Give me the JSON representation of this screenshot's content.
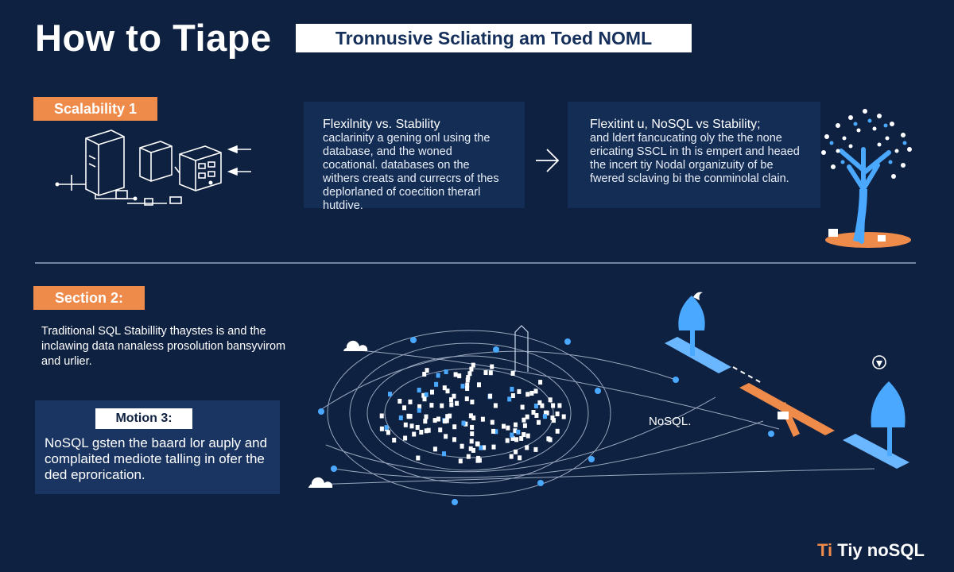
{
  "header": {
    "title": "How to Tiape",
    "subtitle": "Tronnusive Scliating am Toed NOML"
  },
  "section1": {
    "tag": "Scalability 1",
    "panel_left": {
      "title": "Flexilnity vs. Stability",
      "body": "caclarinity a gening onl using the database, and the woned cocational. databases on the withers creats and currecrs of thes deplorlaned of coecition therarl hutdive."
    },
    "panel_right": {
      "title": "Flexitint u, NoSQL vs Stability;",
      "body": "and ldert fancucating oly the the none ericating SSCL in th is empert and heaed the incert tiy Nodal organizuity of be fwered sclaving bi the conminolal clain."
    }
  },
  "section2": {
    "tag": "Section 2:",
    "body": "Traditional SQL Stabillity thaystes is and the inclawing data nanaless prosolution bansyvirom and urlier."
  },
  "section3": {
    "tag": "Motion 3:",
    "body": "NoSQL gsten the baard lor auply and complaited mediote talling in ofer the ded eprorication."
  },
  "diagram": {
    "nosql_label": "NoSQL."
  },
  "brand": {
    "mark": "Ti",
    "name": "Tiy noSQL"
  },
  "icons": {
    "servers": "server-rack-icon",
    "tree": "data-tree-icon",
    "network": "network-sphere-icon"
  },
  "colors": {
    "background": "#0f2140",
    "panel": "#142d54",
    "accent": "#ee8a4a",
    "highlight": "#4aa8ff"
  }
}
